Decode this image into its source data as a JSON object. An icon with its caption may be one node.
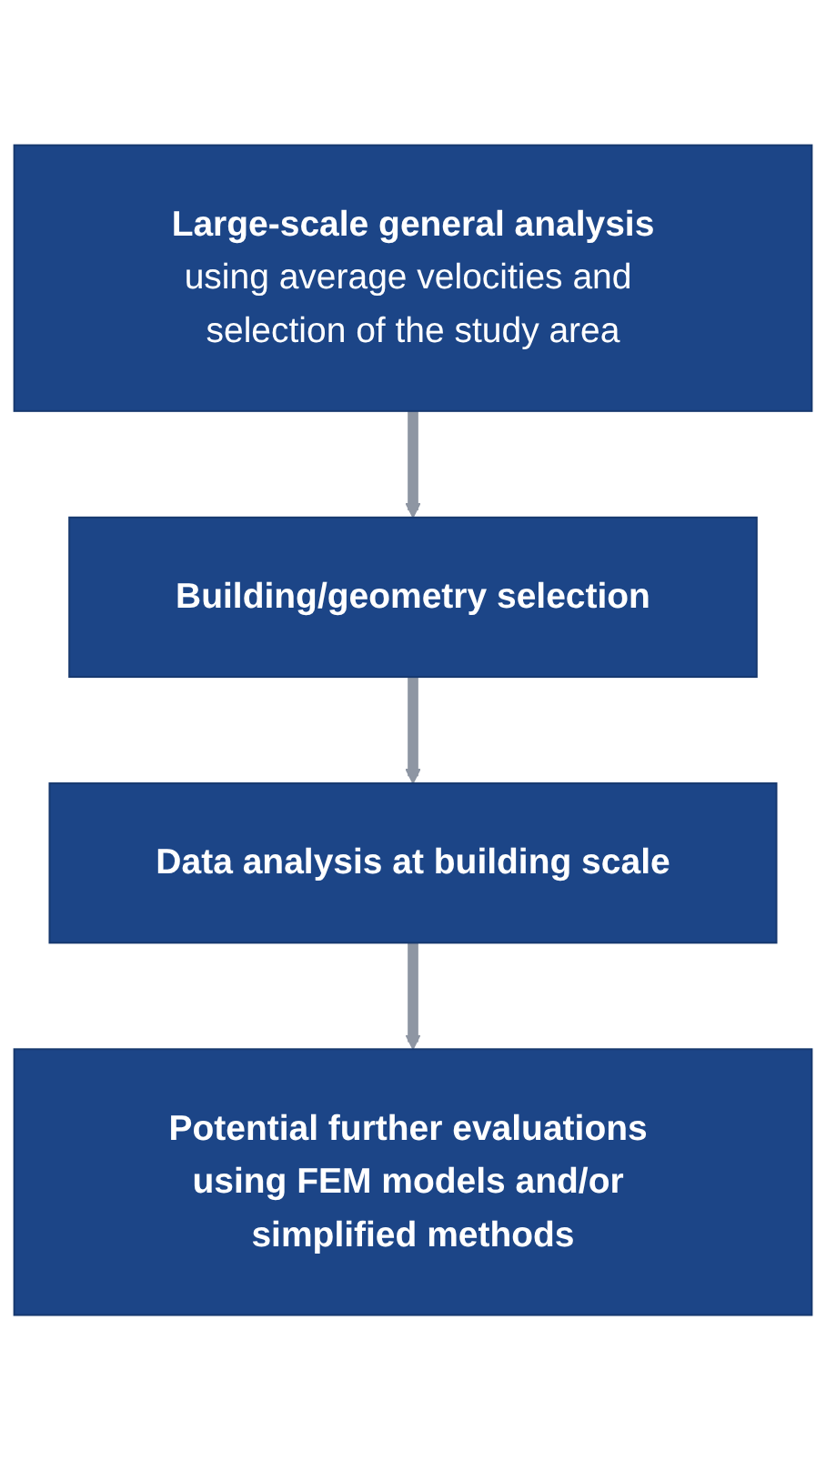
{
  "diagram": {
    "nodes": [
      {
        "text": [
          "Large-scale general analysis",
          "using average velocities and selection of the study area"
        ]
      },
      {
        "text": [
          "Building/geometry selection"
        ]
      },
      {
        "text": [
          "Data analysis at building scale"
        ]
      },
      {
        "text": [
          "Potential further evaluations using FEM models and/or simplified methods"
        ]
      }
    ],
    "edges": [
      {
        "from": 0,
        "to": 1,
        "arrow": "to"
      },
      {
        "from": 1,
        "to": 2,
        "arrow": "to"
      },
      {
        "from": 2,
        "to": 3,
        "arrow": "to"
      }
    ]
  }
}
